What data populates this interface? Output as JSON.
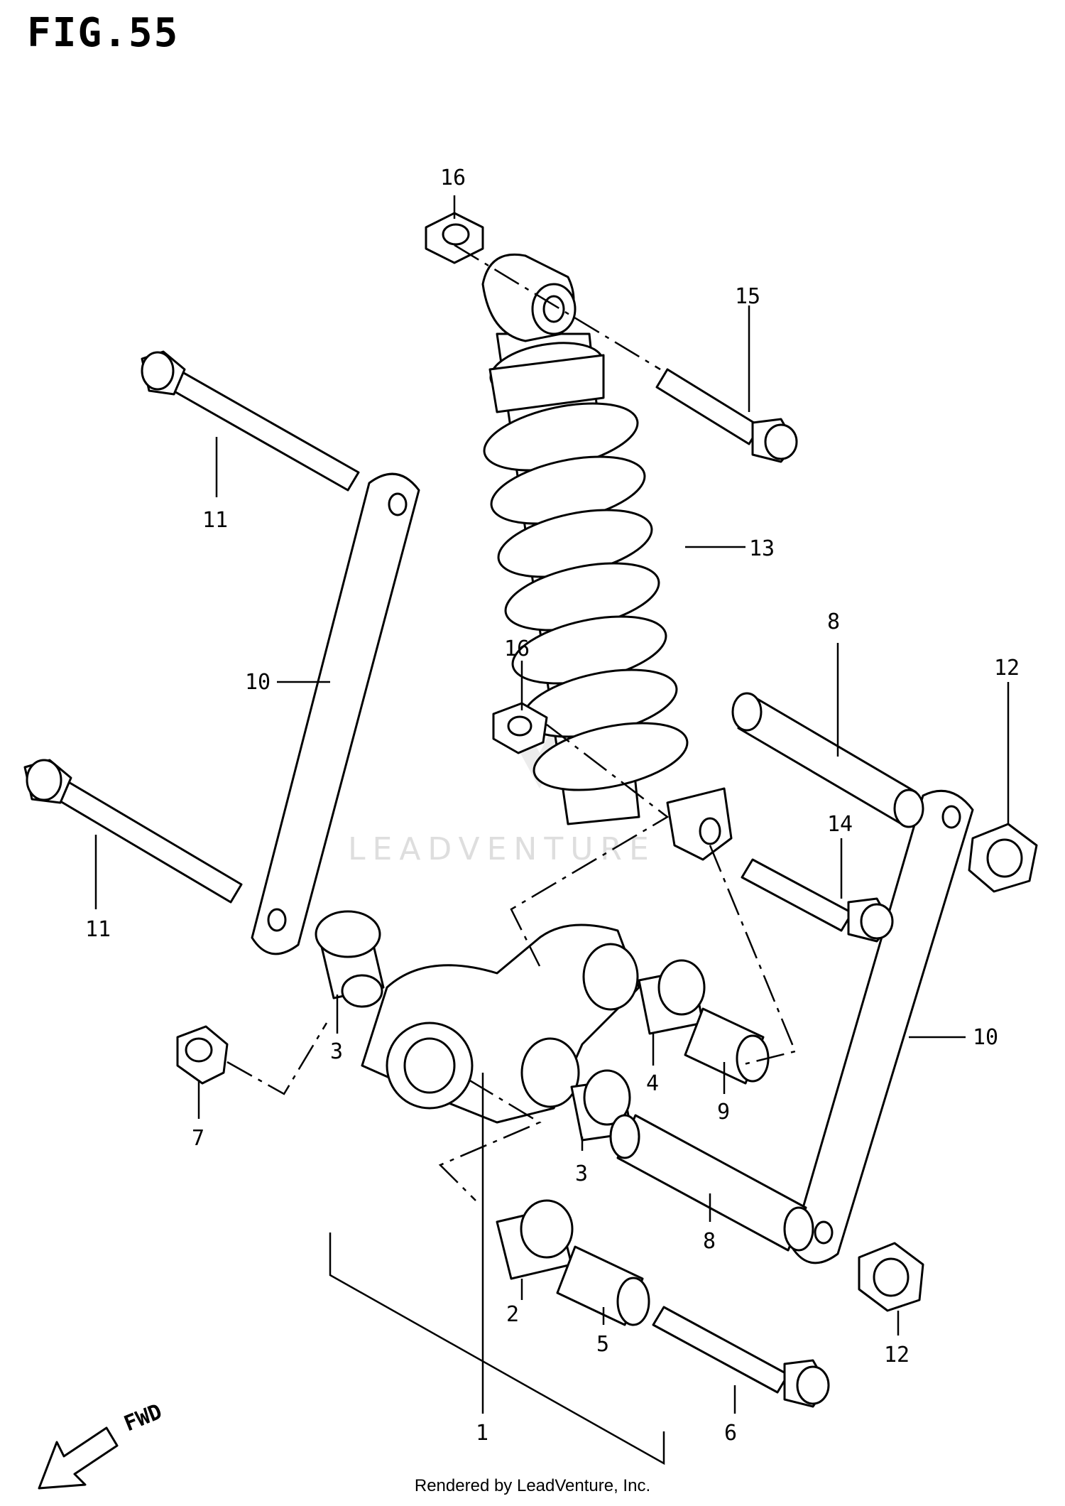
{
  "figure": {
    "title": "FIG.55"
  },
  "callouts": {
    "c16a": "16",
    "c15": "15",
    "c11a": "11",
    "c13": "13",
    "c10a": "10",
    "c8a": "8",
    "c12a": "12",
    "c16b": "16",
    "c14": "14",
    "c11b": "11",
    "c10b": "10",
    "c3a": "3",
    "c4": "4",
    "c9": "9",
    "c7": "7",
    "c3b": "3",
    "c8b": "8",
    "c2": "2",
    "c5": "5",
    "c12b": "12",
    "c1": "1",
    "c6": "6"
  },
  "direction_marker": {
    "label": "FWD"
  },
  "watermark": {
    "label": "LEADVENTURE"
  },
  "footer": {
    "credit": "Rendered by LeadVenture, Inc."
  }
}
